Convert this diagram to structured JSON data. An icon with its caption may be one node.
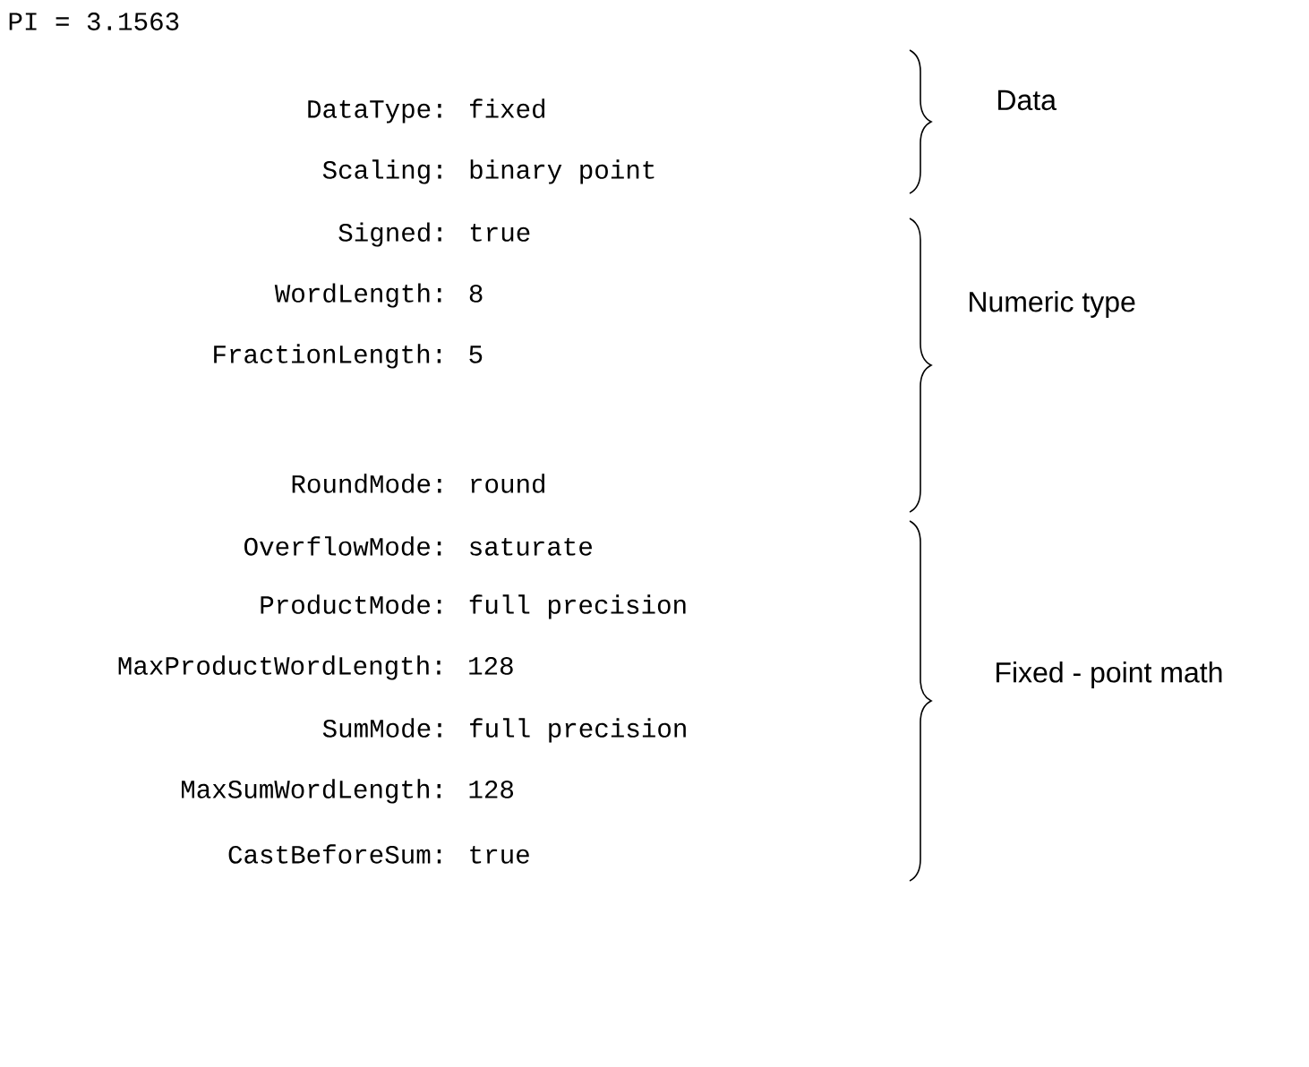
{
  "diagram": {
    "labels": [
      "PI = 3.1563",
      "DataType: fixed",
      "Scaling: binary point",
      "Signed: true",
      "WordLength: 8",
      "FractionLength: 5",
      "RoundMode: round",
      "OverflowMode: saturate",
      "ProductMode: full precision",
      "MaxProductWordLength: 128",
      "SumMode: full precision",
      "MaxSumWordLength: 128",
      "CastBeforeSum: true",
      "Data",
      "Numeric type",
      "Fixed - point math"
    ]
  }
}
